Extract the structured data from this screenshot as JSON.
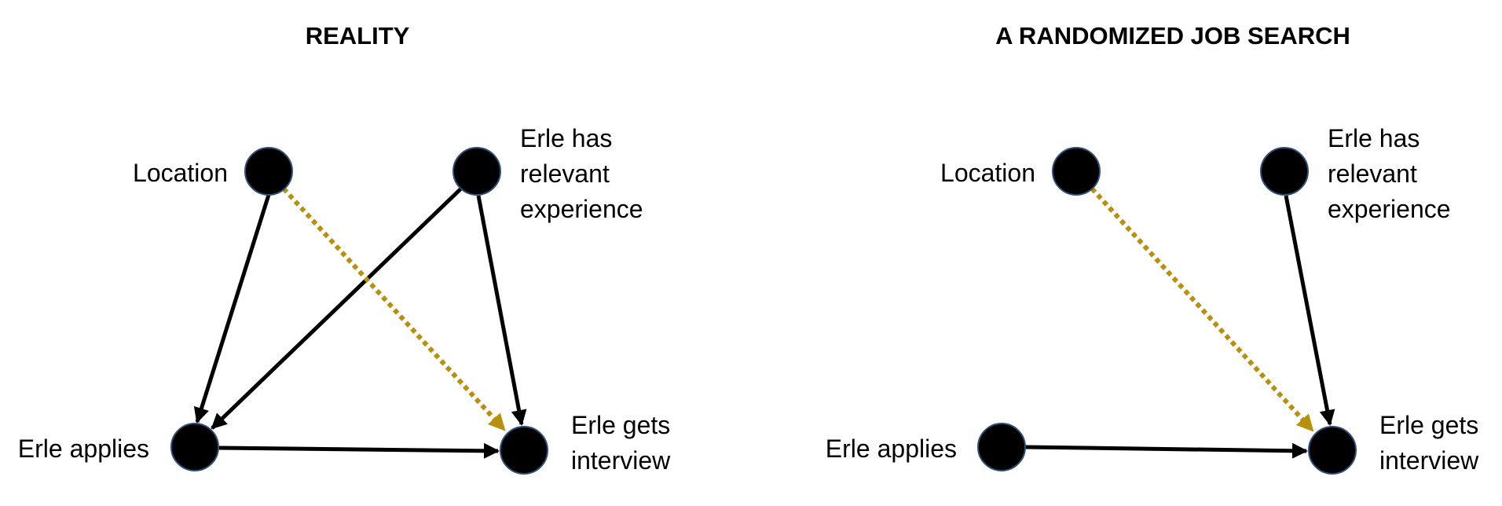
{
  "panels": [
    {
      "title": "REALITY",
      "nodes": {
        "location": [
          "Location"
        ],
        "experience": [
          "Erle has",
          "relevant",
          "experience"
        ],
        "applies": [
          "Erle applies"
        ],
        "interview": [
          "Erle gets",
          "interview"
        ]
      },
      "edges": [
        {
          "from": "location",
          "to": "applies",
          "style": "solid"
        },
        {
          "from": "experience",
          "to": "applies",
          "style": "solid"
        },
        {
          "from": "experience",
          "to": "interview",
          "style": "solid"
        },
        {
          "from": "applies",
          "to": "interview",
          "style": "solid"
        },
        {
          "from": "location",
          "to": "interview",
          "style": "dotted"
        }
      ]
    },
    {
      "title": "A RANDOMIZED JOB SEARCH",
      "nodes": {
        "location": [
          "Location"
        ],
        "experience": [
          "Erle has",
          "relevant",
          "experience"
        ],
        "applies": [
          "Erle applies"
        ],
        "interview": [
          "Erle gets",
          "interview"
        ]
      },
      "edges": [
        {
          "from": "experience",
          "to": "interview",
          "style": "solid"
        },
        {
          "from": "applies",
          "to": "interview",
          "style": "solid"
        },
        {
          "from": "location",
          "to": "interview",
          "style": "dotted"
        }
      ]
    }
  ],
  "colors": {
    "solid_edge": "#000000",
    "dotted_edge": "#b8900c",
    "node_fill": "#000000",
    "node_stroke": "#2f4f7a"
  }
}
